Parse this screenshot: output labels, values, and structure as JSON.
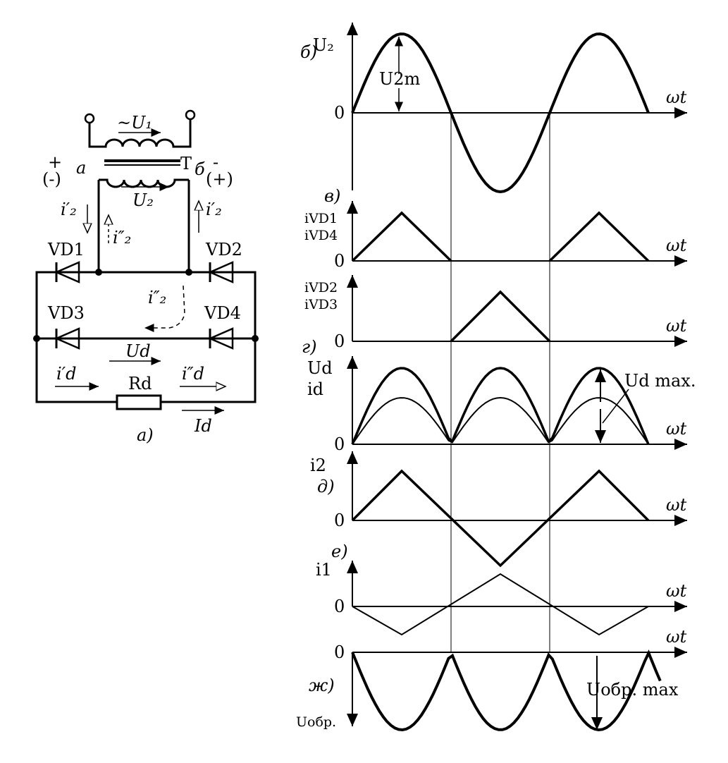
{
  "circuit": {
    "caption": "а)",
    "source_label": "~U₁",
    "node_a": "a",
    "node_b": "б",
    "transformer_label": "T",
    "polarity_a": "+",
    "polarity_a_alt": "(-)",
    "polarity_b": "-",
    "polarity_b_alt": "(+)",
    "u2_label": "U₂",
    "i2_prime_left": "i′₂",
    "i2_dprime_left": "i″₂",
    "i2_prime_right": "i′₂",
    "i2_dprime_mid": "i″₂",
    "diodes": [
      "VD1",
      "VD2",
      "VD3",
      "VD4"
    ],
    "ud_label": "Ud",
    "id_prime": "i′d",
    "id_dprime": "i″d",
    "resistor": "Rd",
    "Id_label": "Id"
  },
  "waveforms": {
    "axis_label": "ωt",
    "zero_label": "0",
    "panels": [
      {
        "letter": "б)",
        "ylabel": "U₂",
        "annotation": "U2m"
      },
      {
        "letter": "в)",
        "ylabel": "iVD1",
        "ylabel2": "iVD4"
      },
      {
        "letter": "",
        "ylabel": "iVD2",
        "ylabel2": "iVD3"
      },
      {
        "letter": "г)",
        "ylabel": "Ud",
        "ylabel2": "id",
        "annotation": "Ud max."
      },
      {
        "letter": "д)",
        "ylabel": "i2"
      },
      {
        "letter": "е)",
        "ylabel": "i1"
      },
      {
        "letter": "ж)",
        "ylabel": "Uобр.",
        "annotation": "Uобр. max"
      }
    ]
  },
  "chart_data": {
    "type": "line",
    "title": "",
    "x_unit": "ωt (half-periods)",
    "panels": [
      {
        "name": "u2",
        "series": [
          {
            "values_description": "sinusoid",
            "x": [
              0,
              1,
              2,
              3
            ],
            "peaks": [
              1,
              -1,
              1
            ]
          }
        ]
      },
      {
        "name": "iVD1,iVD4",
        "series": [
          {
            "x": [
              0,
              0.5,
              1,
              2,
              2.5,
              3
            ],
            "y": [
              0,
              1,
              0,
              0,
              1,
              0
            ]
          }
        ]
      },
      {
        "name": "iVD2,iVD3",
        "series": [
          {
            "x": [
              1,
              1.5,
              2
            ],
            "y": [
              0,
              1,
              0
            ]
          }
        ]
      },
      {
        "name": "Ud,id",
        "series": [
          {
            "name": "Ud",
            "x": [
              0,
              1,
              2,
              3
            ],
            "shape": "|sin|",
            "peak": 1.0
          },
          {
            "name": "id",
            "x": [
              0,
              1,
              2,
              3
            ],
            "shape": "|sin|",
            "peak": 0.63
          }
        ]
      },
      {
        "name": "i2",
        "series": [
          {
            "x": [
              0,
              0.5,
              1,
              1.5,
              2,
              2.5,
              3
            ],
            "y": [
              0,
              1,
              0,
              -1,
              0,
              1,
              0
            ]
          }
        ]
      },
      {
        "name": "i1",
        "series": [
          {
            "x": [
              0,
              0.5,
              1,
              1.5,
              2,
              2.5,
              3
            ],
            "y": [
              0,
              -0.6,
              0,
              0.75,
              0,
              -0.6,
              0
            ]
          }
        ]
      },
      {
        "name": "Uобр",
        "series": [
          {
            "x": [
              0,
              1,
              2,
              3
            ],
            "shape": "-|sin|",
            "peak": -1
          }
        ]
      }
    ]
  }
}
